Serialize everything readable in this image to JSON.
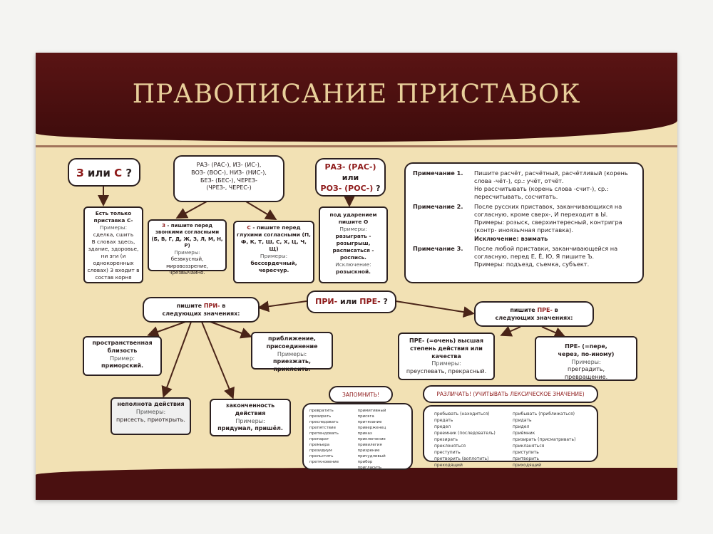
{
  "title": "ПРАВОПИСАНИЕ ПРИСТАВОК",
  "z_or_s": {
    "z": "З",
    "or": " или ",
    "s": "С",
    "q": " ?"
  },
  "raz_list": [
    "РАЗ- (РАС-), ИЗ- (ИС-),",
    "ВОЗ- (ВОС-), НИЗ- (НИС-),",
    "БЕЗ- (БЕС-), ЧЕРЕЗ-",
    "(ЧРЕЗ-, ЧЕРЕС-)"
  ],
  "raz_roz": {
    "line1": "РАЗ- (РАС-)",
    "line2": "или",
    "line3": "РОЗ- (РОС-)",
    "q": " ?"
  },
  "only_s": {
    "head": "Есть только приставка С-",
    "ex_label": "Примеры:",
    "examples": "сделка, сшить",
    "note": "В словах здесь, здание, здоровье, ни зги (и однокоренных словах) З входит в состав корня"
  },
  "z_rule": {
    "letter": "З",
    "head": " - пишите перед звонкими согласными (Б, В, Г, Д, Ж, З, Л, М, Н, Р)",
    "ex_label": "Примеры:",
    "examples": "безвкусный, мировоззрение, чрезвычайно."
  },
  "s_rule": {
    "letter": "С",
    "head": " - пишите перед глухими согласными (П, Ф, К, Т, Ш, С, Х, Ц, Ч, Щ)",
    "ex_label": "Примеры:",
    "examples": "бессердечный, чересчур."
  },
  "stress": {
    "head": "под ударением пишите О",
    "ex_label": "Примеры:",
    "examples": "разыграть - розыгрыш, расписаться - роспись.",
    "exc_label": "Исключение:",
    "exception": "розыскной."
  },
  "notes": [
    {
      "label": "Примечание 1.",
      "text": "Пишите расчёт, расчётный, расчётливый (корень слова -чёт-), ср.: учёт, отчёт.",
      "text2": "Но рассчитывать (корень слова -счит-), ср.: пересчитывать, сосчитать."
    },
    {
      "label": "Примечание 2.",
      "text": "После русских приставок, заканчивающихся на согласную, кроме сверх-, И переходит в Ы.",
      "text2": "Примеры: розыск, сверхинтересный, контригра (контр- иноязычная приставка).",
      "text3": "Исключение: взимать"
    },
    {
      "label": "Примечание 3.",
      "text": "После любой приставки, заканчивающейся на согласную, перед Е, Ё, Ю, Я пишите Ъ.",
      "text2": "Примеры: подъезд, съемка, субъект."
    }
  ],
  "pri_pre": {
    "pri": "ПРИ-",
    "or": " или ",
    "pre": "ПРЕ-",
    "q": " ?"
  },
  "pri_head": {
    "pre": "пишите ",
    "pfx": "ПРИ-",
    "post": " в следующих значениях:"
  },
  "pre_head": {
    "pre": "пишите ",
    "pfx": "ПРЕ-",
    "post": " в следующих значениях:"
  },
  "pri_items": [
    {
      "head": "пространственная близость",
      "ex_label": "Пример:",
      "examples": "приморский."
    },
    {
      "head": "приближение, присоединение",
      "ex_label": "Примеры:",
      "examples": "приезжать, приклеить."
    },
    {
      "head": "неполнота действия",
      "ex_label": "Примеры:",
      "examples": "присесть, приоткрыть."
    },
    {
      "head": "законченность действия",
      "ex_label": "Примеры:",
      "examples": "придумал, пришёл."
    }
  ],
  "pre_items": [
    {
      "head": "ПРЕ- (=очень) высшая степень действия или качества",
      "ex_label": "Примеры:",
      "examples": "преуспевать, прекрасный."
    },
    {
      "head": "ПРЕ- (=пере, через, по-иному)",
      "ex_label": "Примеры:",
      "examples": "преградить, превращение."
    }
  ],
  "remember": {
    "title": "ЗАПОМНИТЬ!",
    "col1": [
      "превратить",
      "презирать",
      "преследовать",
      "препятствие",
      "претендовать",
      "препарат",
      "премьера",
      "президиум",
      "прельстить",
      "преткновение"
    ],
    "col2": [
      "примитивный",
      "присяга",
      "притязание",
      "приверженец",
      "приказ",
      "приключение",
      "привилегия",
      "призрение",
      "причудливый",
      "прибор",
      "пригласить"
    ]
  },
  "distinguish": {
    "title": "РАЗЛИЧАТЬ! (УЧИТЫВАТЬ ЛЕКСИЧЕСКОЕ ЗНАЧЕНИЕ)",
    "col1": [
      "пребывать (находиться)",
      "предать",
      "предел",
      "преемник (последователь)",
      "презирать",
      "преклоняться",
      "преступить",
      "претворить (воплотить)",
      "преходящий"
    ],
    "col2": [
      "прибывать (приближаться)",
      "придать",
      "придел",
      "приёмник",
      "призирать (присматривать)",
      "прикланяться",
      "приступить",
      "притворить",
      "приходящий"
    ]
  },
  "colors": {
    "maroon": "#4a1010",
    "cream": "#f2e1b4",
    "red": "#8e1a1a"
  }
}
